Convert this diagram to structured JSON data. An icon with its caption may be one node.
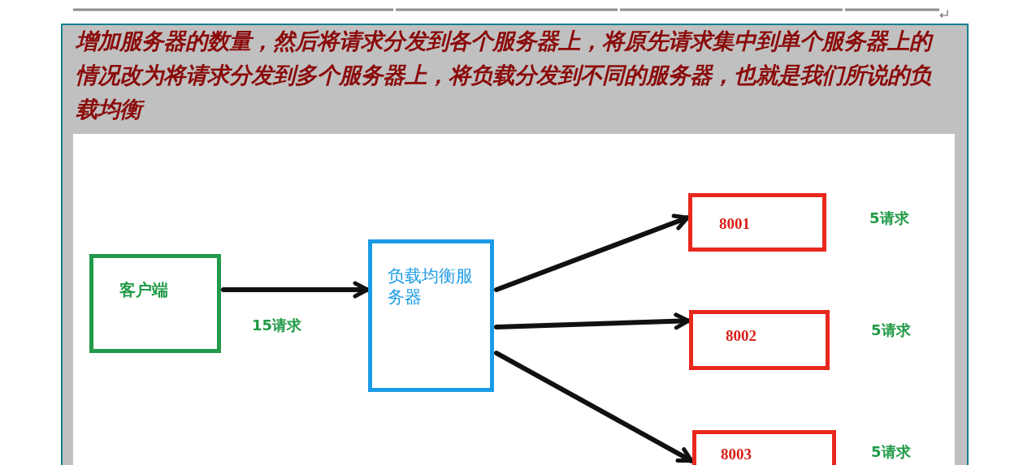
{
  "diagram": {
    "title": "增加服务器的数量，然后将请求分发到各个服务器上，将原先请求集中到单个服务器上的情况改为将请求分发到多个服务器上，将负载分发到不同的服务器，也就是我们所说的负载均衡",
    "nodes": [
      {
        "text": [
          "客户端"
        ]
      },
      {
        "text": [
          "负载均衡服务器"
        ]
      },
      {
        "text": [
          "8001"
        ],
        "beside": [
          "5请求"
        ]
      },
      {
        "text": [
          "8002"
        ],
        "beside": [
          "5请求"
        ]
      },
      {
        "text": [
          "8003"
        ],
        "beside": [
          "5请求"
        ]
      }
    ],
    "edges": [
      {
        "from": 0,
        "to": 1,
        "arrow": "to",
        "label": "15请求"
      },
      {
        "from": 1,
        "to": 2,
        "arrow": "to"
      },
      {
        "from": 1,
        "to": 3,
        "arrow": "to"
      },
      {
        "from": 1,
        "to": 4,
        "arrow": "to"
      }
    ]
  }
}
